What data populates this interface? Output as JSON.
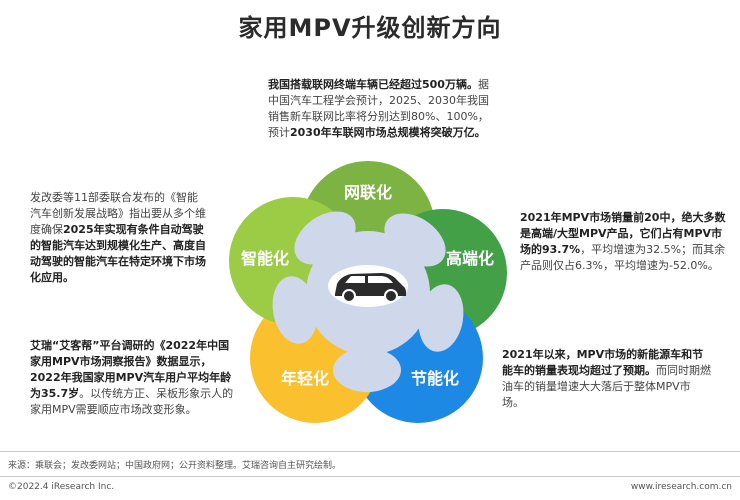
{
  "title": "家用MPV升级创新方向",
  "petals": [
    {
      "label": "网联化",
      "color": "#7cb342"
    },
    {
      "label": "高端化",
      "color": "#43a047"
    },
    {
      "label": "节能化",
      "color": "#1e88e5"
    },
    {
      "label": "年轻化",
      "color": "#fbc02d"
    },
    {
      "label": "智能化",
      "color": "#9ccc45"
    }
  ],
  "overlap_color": "#cfd8ea",
  "center_icon": "car-icon",
  "notes": {
    "top": [
      {
        "t": "我国搭载联网终端车辆已经超过500万辆。",
        "b": true
      },
      {
        "t": "据中国汽车工程学会预计，2025、2030年我国销售新车联网比率将分别达到80%、100%，预计",
        "b": false
      },
      {
        "t": "2030年车联网市场总规模将突破万亿。",
        "b": true
      }
    ],
    "left": [
      {
        "t": "发改委等11部委联合发布的《智能汽车创新发展战略》指出要从多个维度确保",
        "b": false
      },
      {
        "t": "2025年实现有条件自动驾驶的智能汽车达到规模化生产、高度自动驾驶的智能汽车在特定环境下市场化应用。",
        "b": true
      }
    ],
    "right": [
      {
        "t": "2021年MPV市场销量前20中，绝大多数是高端/大型MPV产品，它们占有MPV市场的93.7%",
        "b": true
      },
      {
        "t": "，平均增速为32.5%；而其余产品则仅占6.3%，平均增速为-52.0%。",
        "b": false
      }
    ],
    "bottom_left": [
      {
        "t": "艾瑞“艾客帮”平台调研的《2022年中国家用MPV市场洞察报告》数据显示，2022年我国家用MPV汽车用户平均年龄为35.7岁",
        "b": true
      },
      {
        "t": "。以传统方正、呆板形象示人的家用MPV需要顺应市场改变形象。",
        "b": false
      }
    ],
    "bottom_right": [
      {
        "t": "2021年以来，MPV市场的新能源车和节能车的销量表现均超过了预期。",
        "b": true
      },
      {
        "t": "而同时期燃油车的销量增速大大落后于整体MPV市场。",
        "b": false
      }
    ]
  },
  "source": "来源：乘联会；发改委网站；中国政府网；公开资料整理。艾瑞咨询自主研究绘制。",
  "copyright": "©2022.4 iResearch Inc.",
  "website": "www.iresearch.com.cn"
}
